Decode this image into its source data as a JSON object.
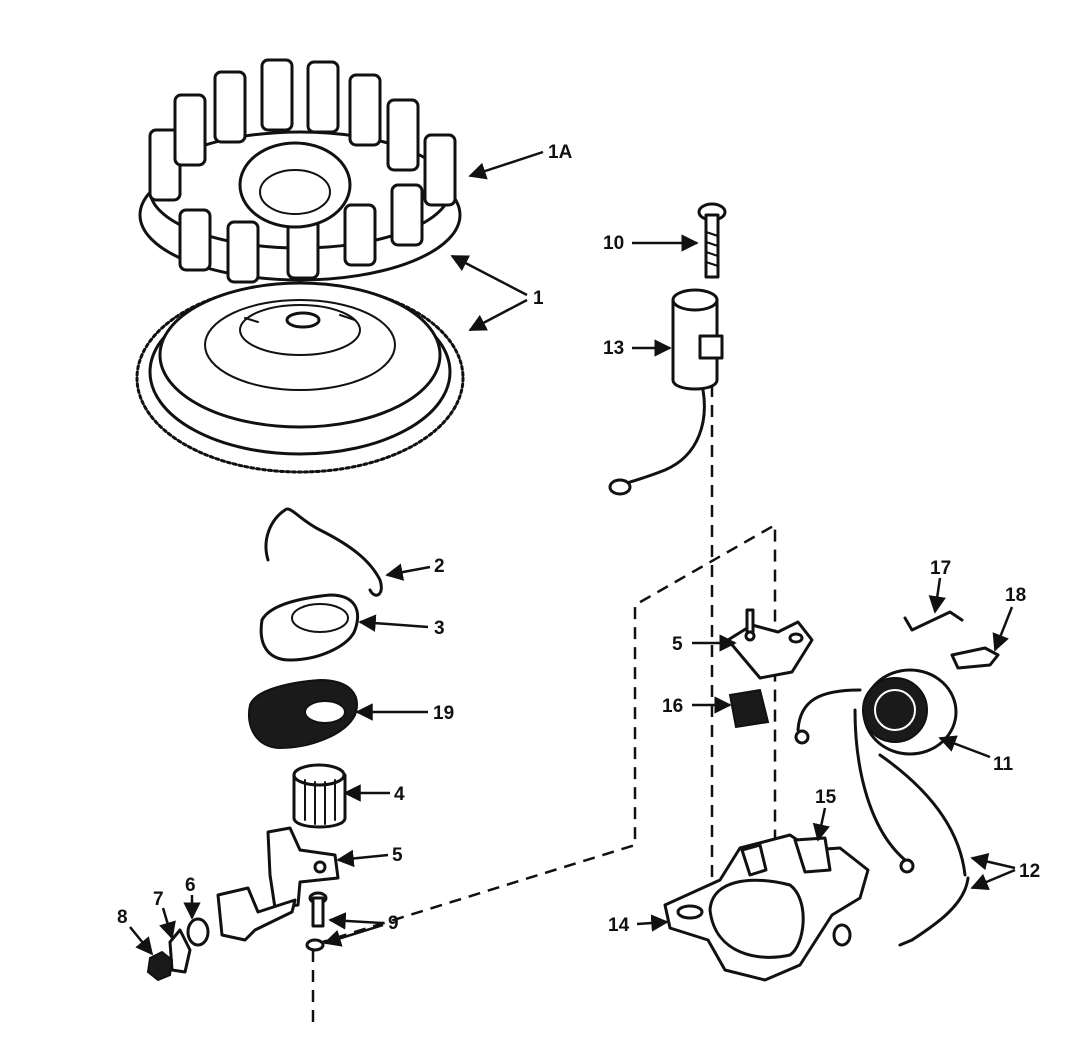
{
  "callouts": [
    {
      "id": "1A",
      "text": "1A"
    },
    {
      "id": "1",
      "text": "1"
    },
    {
      "id": "10",
      "text": "10"
    },
    {
      "id": "13",
      "text": "13"
    },
    {
      "id": "2",
      "text": "2"
    },
    {
      "id": "3",
      "text": "3"
    },
    {
      "id": "19",
      "text": "19"
    },
    {
      "id": "4",
      "text": "4"
    },
    {
      "id": "5a",
      "text": "5"
    },
    {
      "id": "6",
      "text": "6"
    },
    {
      "id": "7",
      "text": "7"
    },
    {
      "id": "8",
      "text": "8"
    },
    {
      "id": "9",
      "text": "9"
    },
    {
      "id": "5b",
      "text": "5"
    },
    {
      "id": "16",
      "text": "16"
    },
    {
      "id": "17",
      "text": "17"
    },
    {
      "id": "18",
      "text": "18"
    },
    {
      "id": "11",
      "text": "11"
    },
    {
      "id": "15",
      "text": "15"
    },
    {
      "id": "14",
      "text": "14"
    },
    {
      "id": "12",
      "text": "12"
    }
  ],
  "icons": {
    "arrowhead": "arrowhead-icon"
  }
}
